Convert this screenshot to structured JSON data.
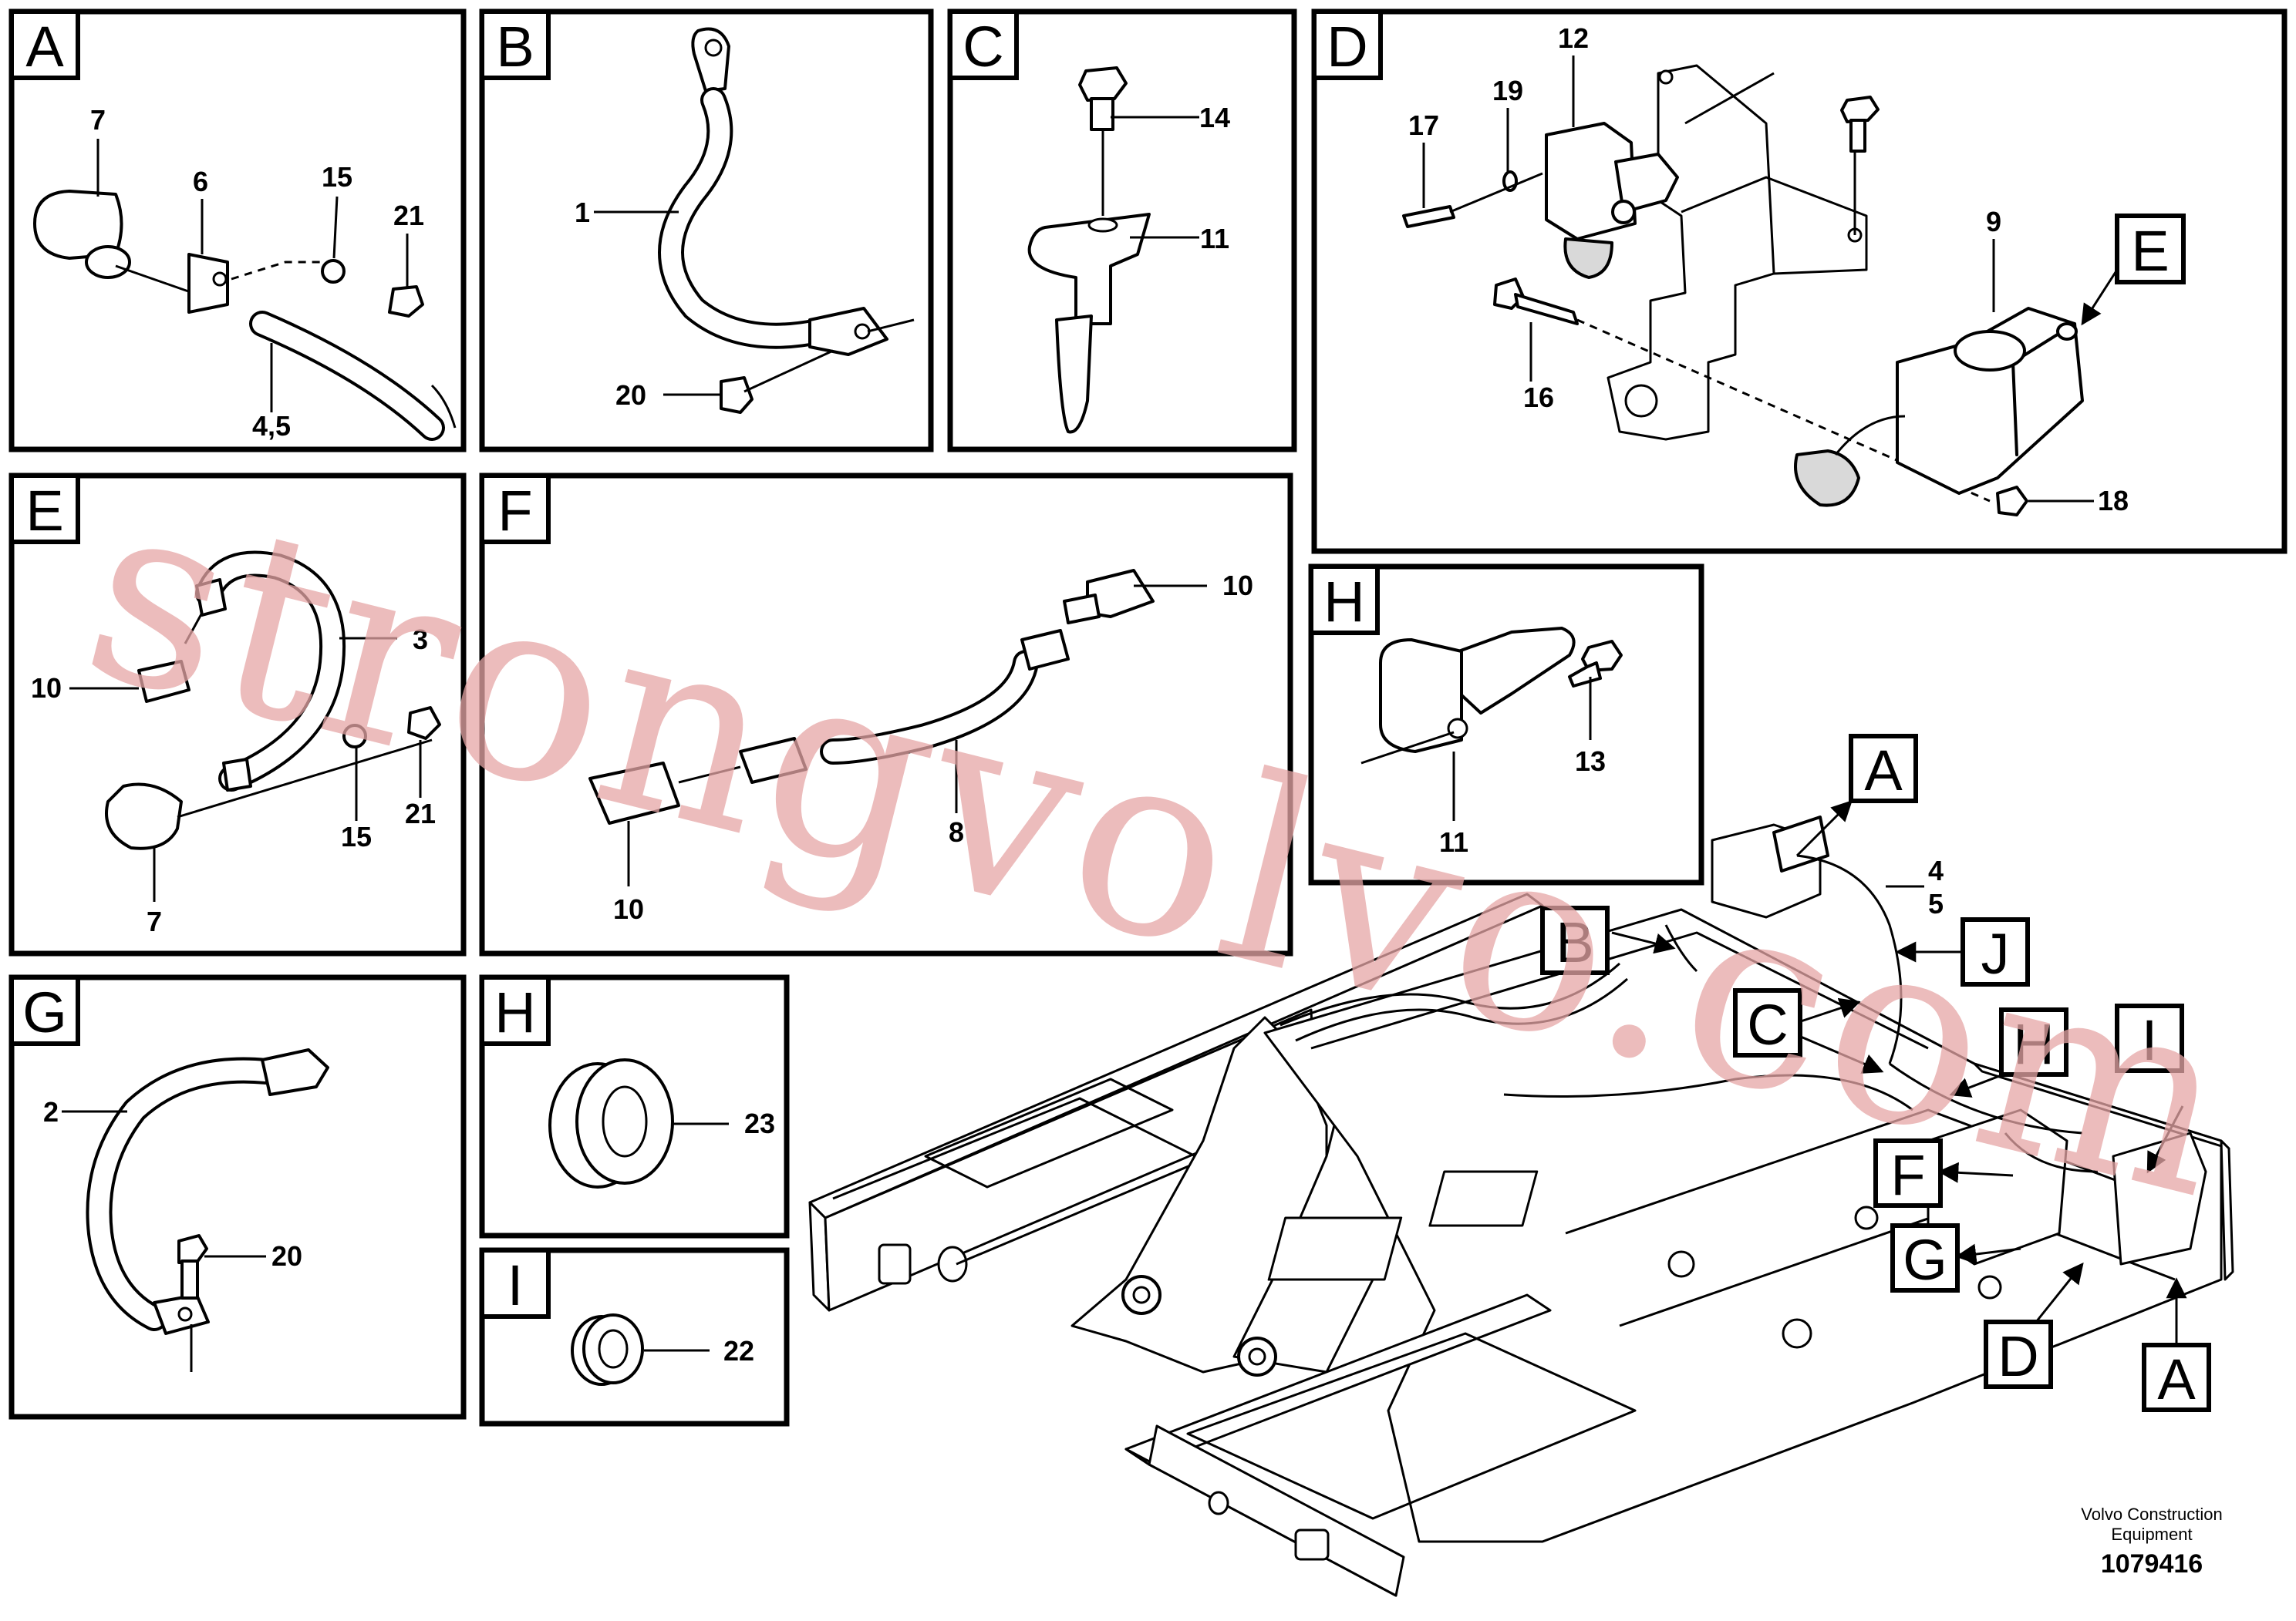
{
  "panels": [
    {
      "letter": "A",
      "callouts": [
        "7",
        "6",
        "15",
        "21",
        "4,5"
      ]
    },
    {
      "letter": "B",
      "callouts": [
        "1",
        "20"
      ]
    },
    {
      "letter": "C",
      "callouts": [
        "14",
        "11"
      ]
    },
    {
      "letter": "D",
      "callouts": [
        "12",
        "19",
        "17",
        "9",
        "16",
        "18"
      ],
      "ref_letter": "E"
    },
    {
      "letter": "E",
      "callouts": [
        "3",
        "10",
        "15",
        "21",
        "7"
      ]
    },
    {
      "letter": "F",
      "callouts": [
        "10",
        "8",
        "10"
      ]
    },
    {
      "letter": "H",
      "callouts": [
        "13",
        "11"
      ]
    },
    {
      "letter": "G",
      "callouts": [
        "2",
        "20"
      ]
    },
    {
      "letter": "H",
      "callouts": [
        "23"
      ]
    },
    {
      "letter": "I",
      "callouts": [
        "22"
      ]
    }
  ],
  "overview": {
    "callouts": [
      "4",
      "5"
    ],
    "location_labels": [
      "A",
      "B",
      "C",
      "J",
      "H",
      "I",
      "F",
      "G",
      "D",
      "A"
    ]
  },
  "watermark": "strongvolvo.com",
  "footer": {
    "company_line1": "Volvo Construction",
    "company_line2": "Equipment",
    "drawing_number": "1079416"
  }
}
